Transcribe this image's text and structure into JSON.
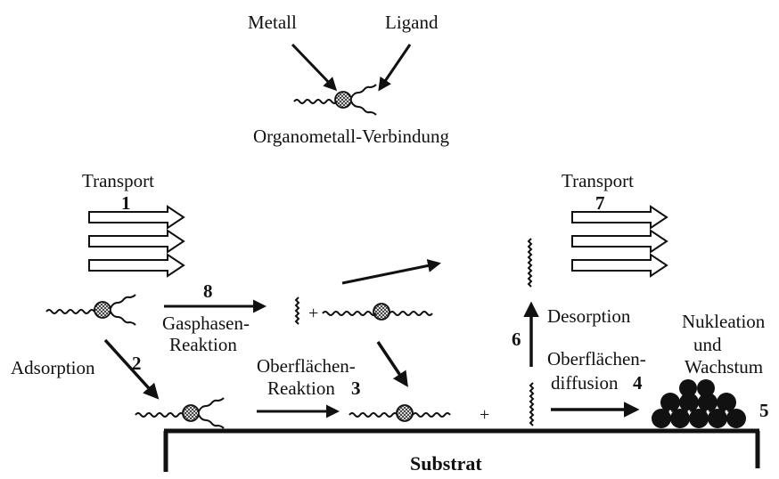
{
  "labels": {
    "metal": "Metall",
    "ligand": "Ligand",
    "compound": "Organometall-Verbindung",
    "transport_in": "Transport",
    "transport_out": "Transport",
    "gas_reaction_1": "Gasphasen-",
    "gas_reaction_2": "Reaktion",
    "adsorption": "Adsorption",
    "surface_reaction_1": "Oberflächen-",
    "surface_reaction_2": "Reaktion",
    "desorption": "Desorption",
    "surface_diffusion_1": "Oberflächen-",
    "surface_diffusion_2": "diffusion",
    "nucleation_1": "Nukleation",
    "nucleation_2": "und",
    "nucleation_3": "Wachstum",
    "substrate": "Substrat",
    "plus": "+"
  },
  "steps": {
    "s1": "1",
    "s2": "2",
    "s3": "3",
    "s4": "4",
    "s5": "5",
    "s6": "6",
    "s7": "7",
    "s8": "8"
  }
}
